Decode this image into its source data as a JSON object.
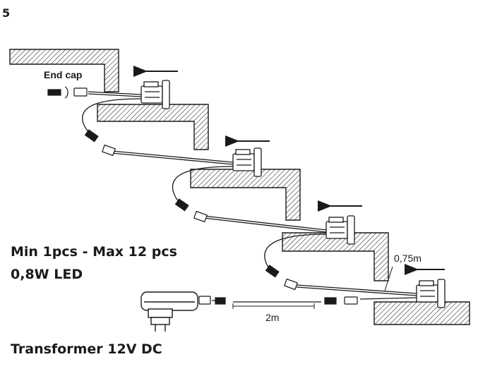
{
  "step_number": "5",
  "labels": {
    "end_cap": "End cap",
    "cable_length_short": "0,75m",
    "cable_length_long": "2m"
  },
  "info": {
    "quantity": "Min 1pcs - Max 12 pcs",
    "led_power": "0,8W LED",
    "transformer": "Transformer 12V DC"
  },
  "colors": {
    "line": "#1a1a1a",
    "hatch": "#333333",
    "fill": "#ffffff"
  }
}
